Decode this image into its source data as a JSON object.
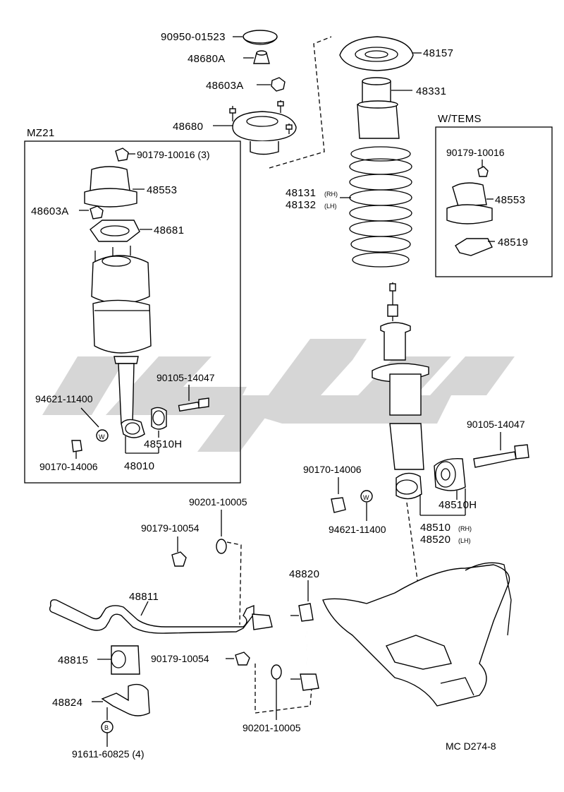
{
  "labels": {
    "p90950_01523": "90950-01523",
    "p48680A": "48680A",
    "p48603A_top": "48603A",
    "p48680": "48680",
    "p48157": "48157",
    "p48331": "48331",
    "p48131": "48131",
    "p48131_side": "(RH)",
    "p48132": "48132",
    "p48132_side": "(LH)",
    "mz21_title": "MZ21",
    "p90179_10016_mz": "90179-10016 (3)",
    "p48553_mz": "48553",
    "p48603A_mz": "48603A",
    "p48681": "48681",
    "p90105_14047_mz": "90105-14047",
    "p94621_11400_mz": "94621-11400",
    "p48510H_mz": "48510H",
    "p90170_14006_mz": "90170-14006",
    "p48010": "48010",
    "wtems_title": "W/TEMS",
    "p90179_10016_wt": "90179-10016",
    "p48553_wt": "48553",
    "p48519": "48519",
    "p90105_14047": "90105-14047",
    "p90170_14006": "90170-14006",
    "p94621_11400": "94621-11400",
    "p48510H": "48510H",
    "p48510": "48510",
    "p48510_side": "(RH)",
    "p48520": "48520",
    "p48520_side": "(LH)",
    "p90201_10005_top": "90201-10005",
    "p90179_10054_top": "90179-10054",
    "p48811": "48811",
    "p48820": "48820",
    "p48815": "48815",
    "p90179_10054_bot": "90179-10054",
    "p48824": "48824",
    "p90201_10005_bot": "90201-10005",
    "p91611_60825": "91611-60825 (4)",
    "diagram_code": "MC D274-8",
    "w_marker": "W",
    "b_marker": "B"
  }
}
